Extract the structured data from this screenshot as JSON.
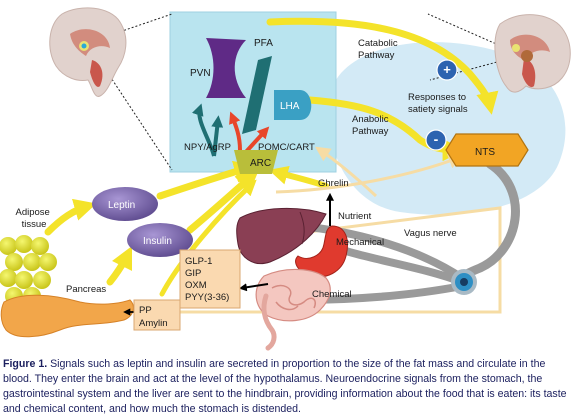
{
  "nodes": {
    "pfa": "PFA",
    "pvn": "PVN",
    "lha": "LHA",
    "npy_agrp": "NPY/AgRP",
    "pomc_cart": "POMC/CART",
    "arc": "ARC",
    "nts": "NTS",
    "leptin": "Leptin",
    "insulin": "Insulin",
    "adipose_tissue": "Adipose\ntissue",
    "pancreas": "Pancreas",
    "pp": "PP",
    "amylin": "Amylin"
  },
  "pathways": {
    "catabolic": "Catabolic\nPathway",
    "anabolic": "Anabolic\nPathway",
    "responses": "Responses to\nsatiety signals",
    "plus": "+",
    "minus": "-"
  },
  "gut_signals": {
    "ghrelin": "Ghrelin",
    "nutrient": "Nutrient",
    "mechanical": "Mechanical",
    "chemical": "Chemical",
    "vagus_nerve": "Vagus nerve",
    "peptides": [
      "GLP-1",
      "GIP",
      "OXM",
      "PYY(3-36)"
    ]
  },
  "caption": {
    "label": "Figure 1.",
    "text": " Signals such as leptin and insulin are secreted in proportion to the size of the fat mass and circulate in the blood. They enter the brain and act at the level of the hypothalamus. Neuroendocrine signals from the stomach, the gastrointestinal system and the liver are sent to the hindbrain, providing information about the food that is eaten:  its taste and chemical content, and how much the stomach is distended."
  },
  "colors": {
    "hypothalamus_box": "#b9e4ef",
    "hindbrain_cloud": "#d3eaf6",
    "signal_arrow": "#f4e32a",
    "pale_arrow": "#f6dca4",
    "vagus": "#9a9a9a",
    "hormone_blob": "#7b6aa8",
    "nts_box": "#f2a524",
    "pathway_circle": "#2d63b0",
    "pvn": "#5f2a86",
    "pfa": "#1f6f73",
    "lha": "#3aa0c4",
    "peptide_box": "#fad9b0",
    "caption_text": "#1b1f5e"
  }
}
